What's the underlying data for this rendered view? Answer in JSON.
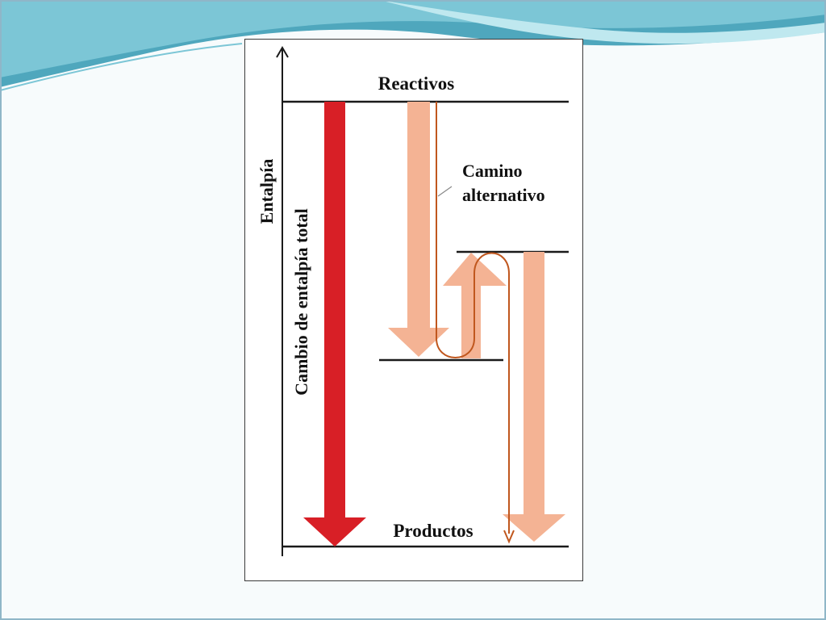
{
  "labels": {
    "reactants": "Reactivos",
    "products": "Productos",
    "alternative_path_line1": "Camino",
    "alternative_path_line2": "alternativo",
    "y_axis": "Entalpía",
    "total_change": "Cambio de entalpía total"
  },
  "colors": {
    "slide_band_light": "#bfe8ef",
    "slide_band_mid": "#7cc6d6",
    "slide_band_dark": "#4fa7bd",
    "total_arrow": "#d81f26",
    "step_arrows": "#f4b394",
    "path_line": "#c0571e",
    "levels": "#1a1a1a"
  }
}
